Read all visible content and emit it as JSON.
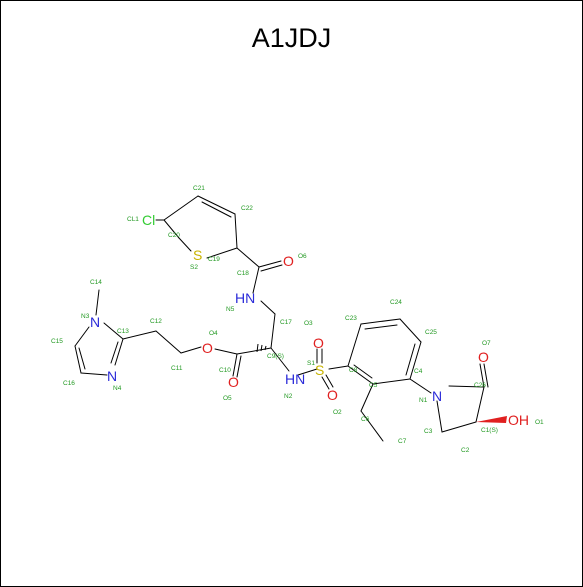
{
  "title": "A1JDJ",
  "colors": {
    "carbon": "#000000",
    "nitrogen": "#2b2bd9",
    "oxygen": "#e02020",
    "sulfur": "#c8b400",
    "chlorine": "#33cc33",
    "label": "#229922"
  },
  "atoms": {
    "Cl": "Cl",
    "S_thio": "S",
    "O6": "O",
    "N5": "HN",
    "N3": "N",
    "N4": "N",
    "O4": "O",
    "O5": "O",
    "N2": "HN",
    "S1": "S",
    "O3": "O",
    "O2": "O",
    "N1": "N",
    "O7": "O",
    "OH": "OH"
  },
  "labels": {
    "CL1": "CL1",
    "C20": "C20",
    "C21": "C21",
    "C22": "C22",
    "S2": "S2",
    "C19": "C19",
    "C18": "C18",
    "O6": "O6",
    "N5": "N5",
    "C17": "C17",
    "C14": "C14",
    "N3": "N3",
    "C13": "C13",
    "C12": "C12",
    "C15": "C15",
    "C16": "C16",
    "N4": "N4",
    "C11": "C11",
    "O4": "O4",
    "C10": "C10",
    "O5": "O5",
    "C9S": "C9(S)",
    "N2": "N2",
    "O3": "O3",
    "S1": "S1",
    "O2": "O2",
    "C23": "C23",
    "C24": "C24",
    "C25": "C25",
    "C8": "C8",
    "C5": "C5",
    "C4": "C4",
    "C6": "C6",
    "C7": "C7",
    "N1": "N1",
    "C26": "C26",
    "O7": "O7",
    "C1S": "C1(S)",
    "O1": "O1",
    "C3": "C3",
    "C2": "C2"
  }
}
